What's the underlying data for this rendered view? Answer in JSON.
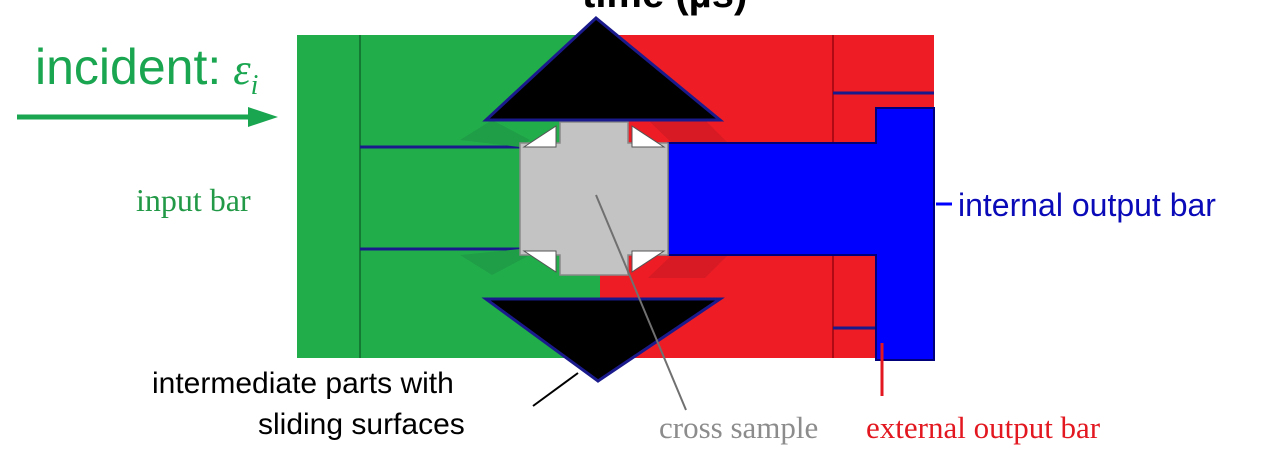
{
  "title_partial": "time (µs)",
  "incident": {
    "label": "incident:",
    "symbol": "ε",
    "subscript": "i"
  },
  "labels": {
    "input_bar": "input bar",
    "internal_output_bar": "internal output bar",
    "intermediate_line1": "intermediate parts with",
    "intermediate_line2": "sliding surfaces",
    "cross_sample": "cross sample",
    "external_output_bar": "external output bar"
  },
  "colors": {
    "input_bar_green": "#22ad4b",
    "incident_green": "#1aa550",
    "external_red": "#ee1c25",
    "internal_blue": "#0000ff",
    "sample_gray": "#c3c3c3",
    "wedge_black": "#000000",
    "edge_navy": "#1a1a8c",
    "pointer_red": "#e2171f"
  },
  "icons": {
    "incident_arrow": "right-arrow-icon"
  }
}
